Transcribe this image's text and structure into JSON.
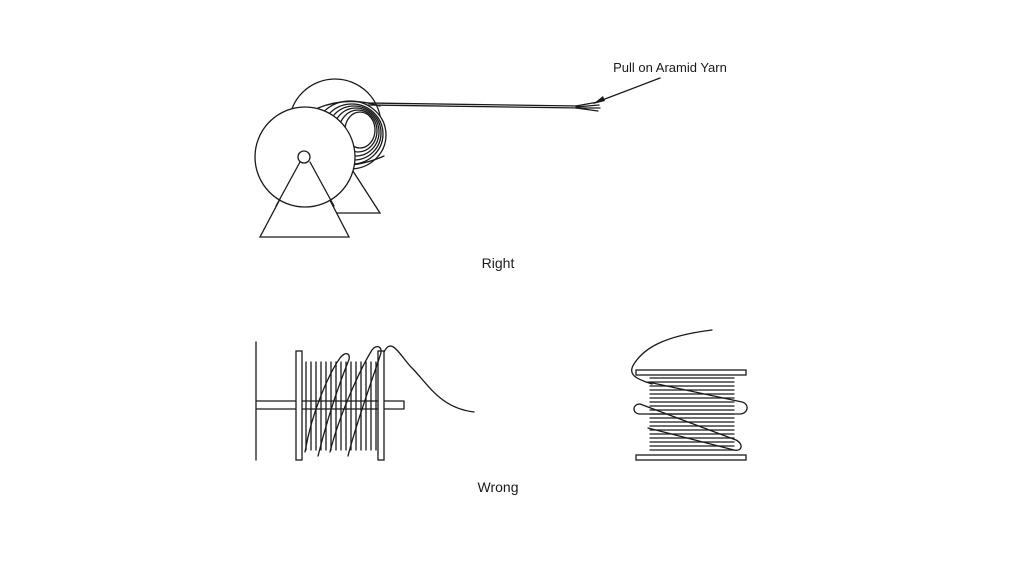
{
  "labels": {
    "callout": "Pull on Aramid Yarn",
    "right": "Right",
    "wrong": "Wrong"
  },
  "colors": {
    "ink": "#1a1a1a",
    "background": "#ffffff"
  }
}
